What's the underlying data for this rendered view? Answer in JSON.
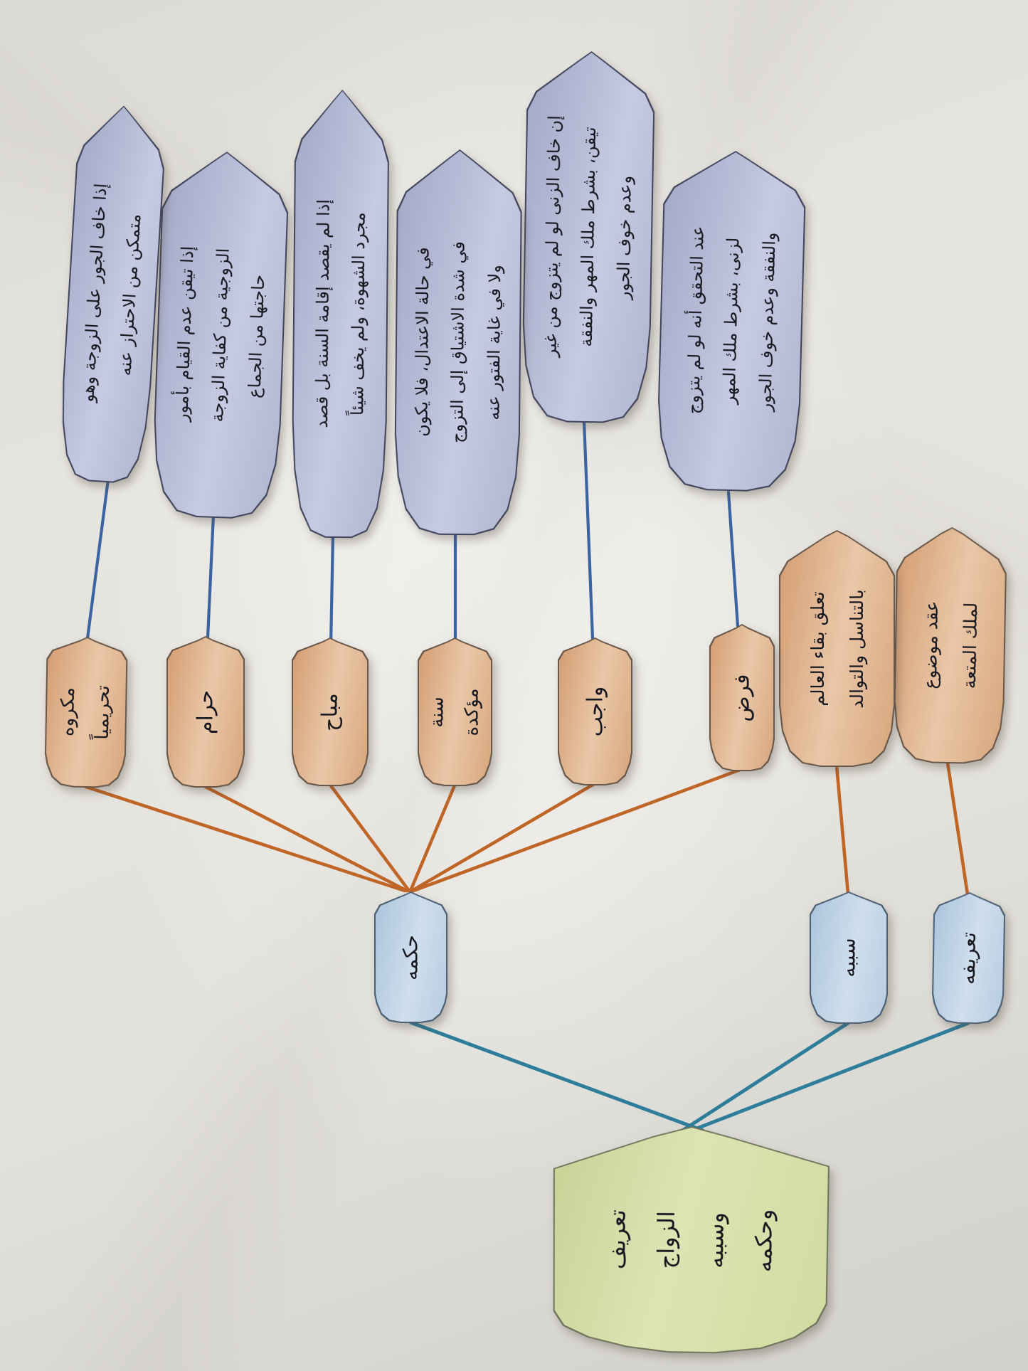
{
  "diagram": {
    "root": {
      "label": "تعريف\nالزواج\nوسببه\nوحكمه"
    },
    "definition": {
      "label": "تعريفه",
      "detail": "عقد موضوع\nلملك المتعة"
    },
    "cause": {
      "label": "سببه",
      "detail": "تعلق بقاء العالم\nبالتناسل والتوالد"
    },
    "ruling": {
      "label": "حكمه",
      "cases": [
        {
          "label": "فرض",
          "detail": "عند التحقق أنه لو لم يتزوج\nلزنى، بشرط ملك المهر\nوالنفقة وعدم خوف الجور"
        },
        {
          "label": "واجب",
          "detail": "إن خاف الزنى لو لم يتزوج من غير\nتيقن، بشرط ملك المهر والنفقة\nوعدم خوف الجور"
        },
        {
          "label": "سنة\nمؤكدة",
          "detail": "في حالة الاعتدال، فلا يكون\nفي شدة الاشتياق إلى التزوج\nولا في غاية الفتور عنه"
        },
        {
          "label": "مباح",
          "detail": "إذا لم يقصد إقامة السنة بل قصد\nمجرد الشهوة، ولم يخف شيئاً"
        },
        {
          "label": "حرام",
          "detail": "إذا تيقن عدم القيام بأمور\nالزوجية من كفاية الزوجة\nحاجتها من الجماع"
        },
        {
          "label": "مكروه\nتحريمياً",
          "detail": "إذا خاف الجور على الزوجة وهو\nمتمكن من الاحتراز عنه"
        }
      ]
    },
    "colors": {
      "paper": "#e3e1db",
      "purple_node": "#b5bad6",
      "orange_node": "#ddab81",
      "blue_node": "#bfd4e6",
      "green_node": "#d3dda6",
      "blue_line": "#3c64a0",
      "orange_line": "#bf6526",
      "teal_line": "#2e7e9b",
      "ink": "#17171f"
    }
  }
}
